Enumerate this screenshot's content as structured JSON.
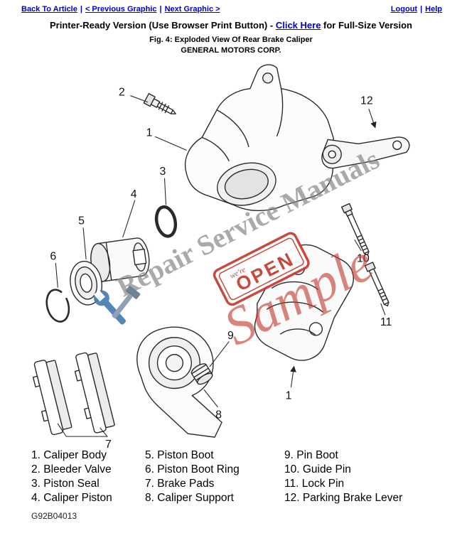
{
  "nav": {
    "back_to_article": "Back To Article",
    "previous_graphic": "< Previous Graphic",
    "next_graphic": "Next Graphic >",
    "logout": "Logout",
    "help": "Help",
    "separator": "|"
  },
  "header": {
    "title_prefix": "Printer-Ready Version (Use Browser Print Button) - ",
    "title_link": "Click Here",
    "title_suffix": " for Full-Size Version",
    "figure_caption": "Fig. 4: Exploded View Of Rear Brake Caliper",
    "company": "GENERAL MOTORS CORP."
  },
  "watermark": {
    "brand_text": "Repair Service Manuals",
    "sample_text": "Sample",
    "open_sign_small": "we're",
    "open_sign_text": "OPEN"
  },
  "diagram": {
    "callouts": {
      "c1a": "1",
      "c1b": "1",
      "c2": "2",
      "c3": "3",
      "c4": "4",
      "c5": "5",
      "c6": "6",
      "c7": "7",
      "c8": "8",
      "c9": "9",
      "c10": "10",
      "c11": "11",
      "c12": "12"
    }
  },
  "legend": {
    "col1": [
      "1. Caliper Body",
      "2. Bleeder Valve",
      "3. Piston Seal",
      "4. Caliper Piston"
    ],
    "col2": [
      "5. Piston Boot",
      "6. Piston Boot Ring",
      "7. Brake Pads",
      "8. Caliper Support"
    ],
    "col3": [
      "9. Pin Boot",
      "10. Guide Pin",
      "11. Lock Pin",
      "12. Parking Brake Lever"
    ]
  },
  "footer": {
    "drawing_number": "G92B04013"
  },
  "colors": {
    "link_blue": "#0000cc",
    "watermark_gray": "#8a8a8a",
    "watermark_red": "#c23b2e",
    "line_art": "#2a2a2a"
  }
}
